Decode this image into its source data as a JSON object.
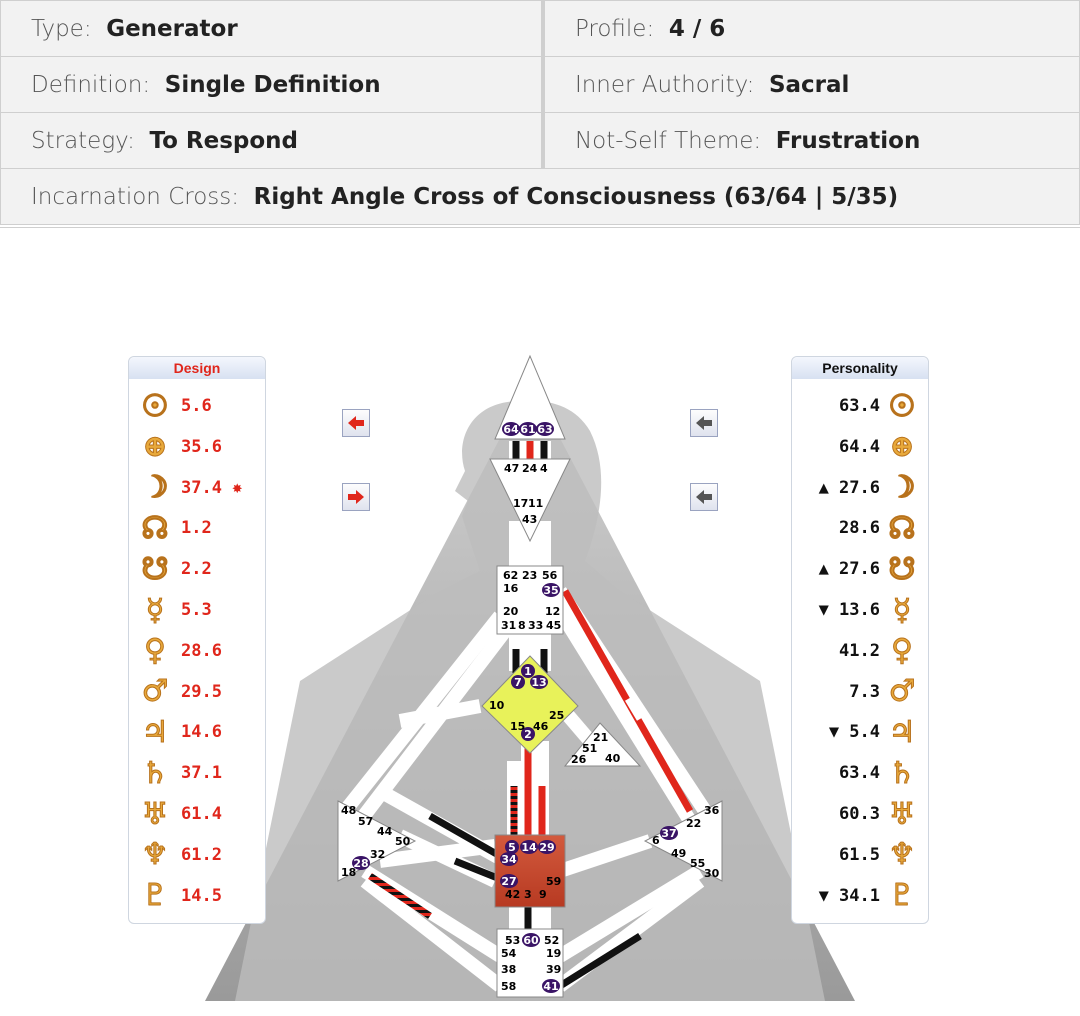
{
  "info": {
    "type_label": "Type:",
    "type_value": "Generator",
    "profile_label": "Profile:",
    "profile_value": "4 / 6",
    "definition_label": "Definition:",
    "definition_value": "Single Definition",
    "authority_label": "Inner Authority:",
    "authority_value": "Sacral",
    "strategy_label": "Strategy:",
    "strategy_value": "To Respond",
    "notself_label": "Not-Self Theme:",
    "notself_value": "Frustration",
    "cross_label": "Incarnation Cross:",
    "cross_value": "Right Angle Cross of Consciousness (63/64 | 5/35)"
  },
  "design": {
    "title": "Design",
    "rows": [
      {
        "planet": "sun-icon",
        "glyph": "☉",
        "value": "5.6"
      },
      {
        "planet": "earth-icon",
        "glyph": "⊕",
        "value": "35.6"
      },
      {
        "planet": "moon-icon",
        "glyph": "☽",
        "value": "37.4 ✸"
      },
      {
        "planet": "north-node-icon",
        "glyph": "☊",
        "value": "1.2"
      },
      {
        "planet": "south-node-icon",
        "glyph": "☋",
        "value": "2.2"
      },
      {
        "planet": "mercury-icon",
        "glyph": "☿",
        "value": "5.3"
      },
      {
        "planet": "venus-icon",
        "glyph": "♀",
        "value": "28.6"
      },
      {
        "planet": "mars-icon",
        "glyph": "♂",
        "value": "29.5"
      },
      {
        "planet": "jupiter-icon",
        "glyph": "♃",
        "value": "14.6"
      },
      {
        "planet": "saturn-icon",
        "glyph": "♄",
        "value": "37.1"
      },
      {
        "planet": "uranus-icon",
        "glyph": "♅",
        "value": "61.4"
      },
      {
        "planet": "neptune-icon",
        "glyph": "♆",
        "value": "61.2"
      },
      {
        "planet": "pluto-icon",
        "glyph": "♇",
        "value": "14.5"
      }
    ]
  },
  "personality": {
    "title": "Personality",
    "rows": [
      {
        "planet": "sun-icon",
        "glyph": "☉",
        "value": "63.4"
      },
      {
        "planet": "earth-icon",
        "glyph": "⊕",
        "value": "64.4"
      },
      {
        "planet": "moon-icon",
        "glyph": "☽",
        "value": "▲ 27.6"
      },
      {
        "planet": "north-node-icon",
        "glyph": "☊",
        "value": "28.6"
      },
      {
        "planet": "south-node-icon",
        "glyph": "☋",
        "value": "▲ 27.6"
      },
      {
        "planet": "mercury-icon",
        "glyph": "☿",
        "value": "▼ 13.6"
      },
      {
        "planet": "venus-icon",
        "glyph": "♀",
        "value": "41.2"
      },
      {
        "planet": "mars-icon",
        "glyph": "♂",
        "value": "7.3"
      },
      {
        "planet": "jupiter-icon",
        "glyph": "♃",
        "value": "▼  5.4"
      },
      {
        "planet": "saturn-icon",
        "glyph": "♄",
        "value": "63.4"
      },
      {
        "planet": "uranus-icon",
        "glyph": "♅",
        "value": "60.3"
      },
      {
        "planet": "neptune-icon",
        "glyph": "♆",
        "value": "61.5"
      },
      {
        "planet": "pluto-icon",
        "glyph": "♇",
        "value": "▼ 34.1"
      }
    ]
  },
  "gates": {
    "head": [
      "64",
      "61",
      "63"
    ],
    "ajna": [
      "47",
      "24",
      "4",
      "17",
      "11",
      "43"
    ],
    "throat": [
      "62",
      "23",
      "56",
      "16",
      "35",
      "20",
      "12",
      "31",
      "8",
      "33",
      "45"
    ],
    "g_center": [
      "1",
      "7",
      "13",
      "10",
      "25",
      "15",
      "46",
      "2"
    ],
    "ego": [
      "21",
      "51",
      "26",
      "40"
    ],
    "spleen": [
      "48",
      "57",
      "44",
      "50",
      "32",
      "28",
      "18"
    ],
    "solar_plexus": [
      "36",
      "22",
      "37",
      "6",
      "49",
      "55",
      "30"
    ],
    "sacral": [
      "5",
      "14",
      "29",
      "34",
      "27",
      "59",
      "42",
      "3",
      "9"
    ],
    "root": [
      "53",
      "60",
      "52",
      "54",
      "19",
      "38",
      "39",
      "58",
      "41"
    ]
  },
  "colors": {
    "design_red": "#e0261b",
    "personality_black": "#111111",
    "sacral_fill": "#c8432b",
    "g_fill": "#e8f25a",
    "glyph_gold": "#e8a93b",
    "active_gate": "#3a1466"
  }
}
